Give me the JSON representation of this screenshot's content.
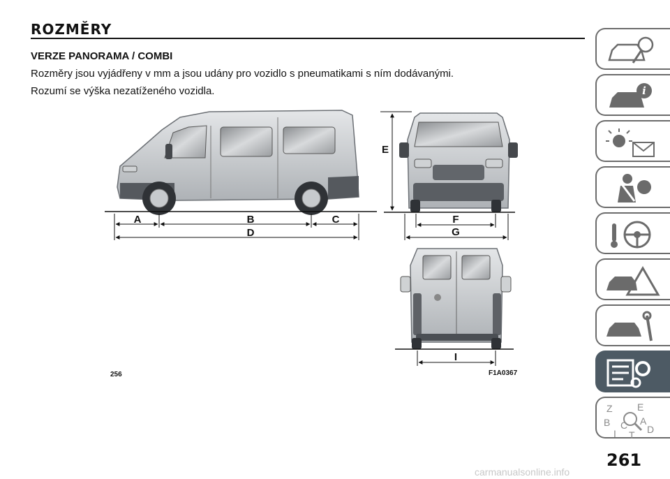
{
  "header": {
    "title": "ROZMĚRY",
    "subtitle": "VERZE PANORAMA / COMBI"
  },
  "body": {
    "paragraph_1": "Rozměry jsou vyjádřeny v mm a jsou udány pro vozidlo s pneumatikami s ním dodávanými.",
    "paragraph_2": "Rozumí se výška nezatíženého vozidla."
  },
  "figure": {
    "number": "256",
    "code": "F1A0367",
    "dimension_labels": {
      "a": "A",
      "b": "B",
      "c": "C",
      "d": "D",
      "e": "E",
      "f": "F",
      "g": "G",
      "i": "I"
    }
  },
  "sidebar": {
    "tabs": [
      {
        "icon": "car-key-icon"
      },
      {
        "icon": "car-info-icon"
      },
      {
        "icon": "warning-lights-icon"
      },
      {
        "icon": "seatbelt-airbag-icon"
      },
      {
        "icon": "steering-wheel-icon"
      },
      {
        "icon": "car-emergency-icon"
      },
      {
        "icon": "car-maintenance-icon"
      },
      {
        "icon": "technical-data-icon",
        "active": true
      },
      {
        "icon": "alphabetical-index-icon",
        "letters": [
          "Z",
          "E",
          "B",
          "A",
          "C",
          "D",
          "I",
          "T"
        ]
      }
    ]
  },
  "footer": {
    "page_number": "261",
    "watermark": "carmanualsonline.info"
  }
}
